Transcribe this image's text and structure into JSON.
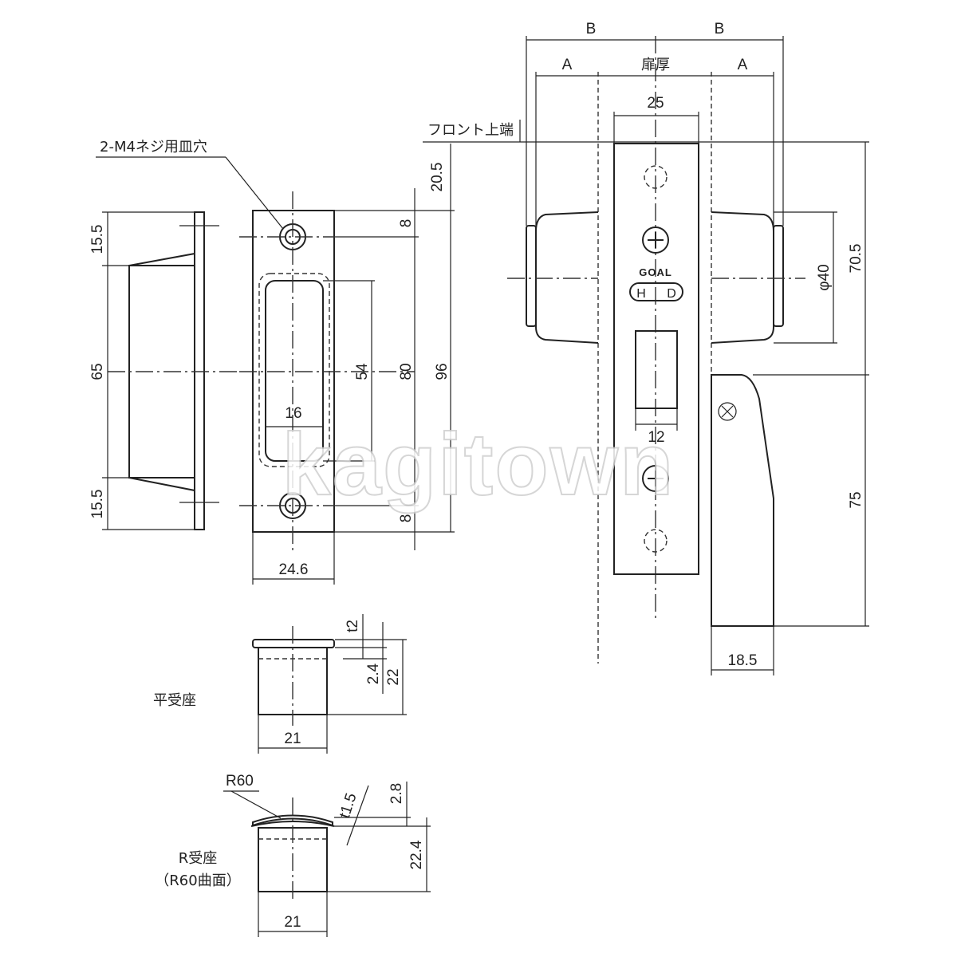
{
  "labels": {
    "screw_holes": "2-M4ネジ用皿穴",
    "front_top": "フロント上端",
    "flat_strike": "平受座",
    "r_strike_line1": "R受座",
    "r_strike_line2": "（R60曲面）",
    "door_thickness": "扉厚",
    "logo_brand": "GOAL",
    "logo_model_h": "H",
    "logo_model_d": "D",
    "watermark": "kagitown"
  },
  "dimensions": {
    "b": "B",
    "a": "A",
    "d25": "25",
    "d20_5": "20.5",
    "d8_top": "8",
    "d8_bottom": "8",
    "d80": "80",
    "d96": "96",
    "d54": "54",
    "d16": "16",
    "d24_6": "24.6",
    "d15_5_top": "15.5",
    "d65": "65",
    "d15_5_bottom": "15.5",
    "d12": "12",
    "d70_5": "70.5",
    "phi40": "φ40",
    "d75": "75",
    "d18_5": "18.5",
    "t2": "t2",
    "d2_4": "2.4",
    "d22": "22",
    "d21_flat": "21",
    "r60": "R60",
    "t1_5": "t1.5",
    "d2_8": "2.8",
    "d22_4": "22.4",
    "d21_r": "21"
  }
}
